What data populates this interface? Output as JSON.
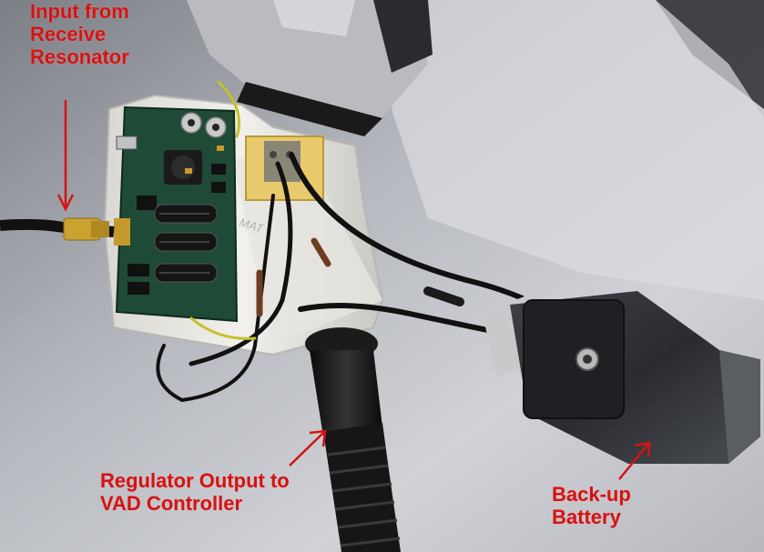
{
  "annotations": {
    "input": {
      "lines": [
        "Input from",
        "Receive",
        "Resonator"
      ]
    },
    "regulator": {
      "lines": [
        "Regulator Output to",
        "VAD Controller"
      ]
    },
    "battery": {
      "lines": [
        "Back-up",
        "Battery"
      ]
    }
  },
  "colors": {
    "annotation_red": "#d21414",
    "pcb_green": "#1f4a35",
    "housing_white": "#e9e8e3",
    "battery_black": "#2c2f33"
  }
}
